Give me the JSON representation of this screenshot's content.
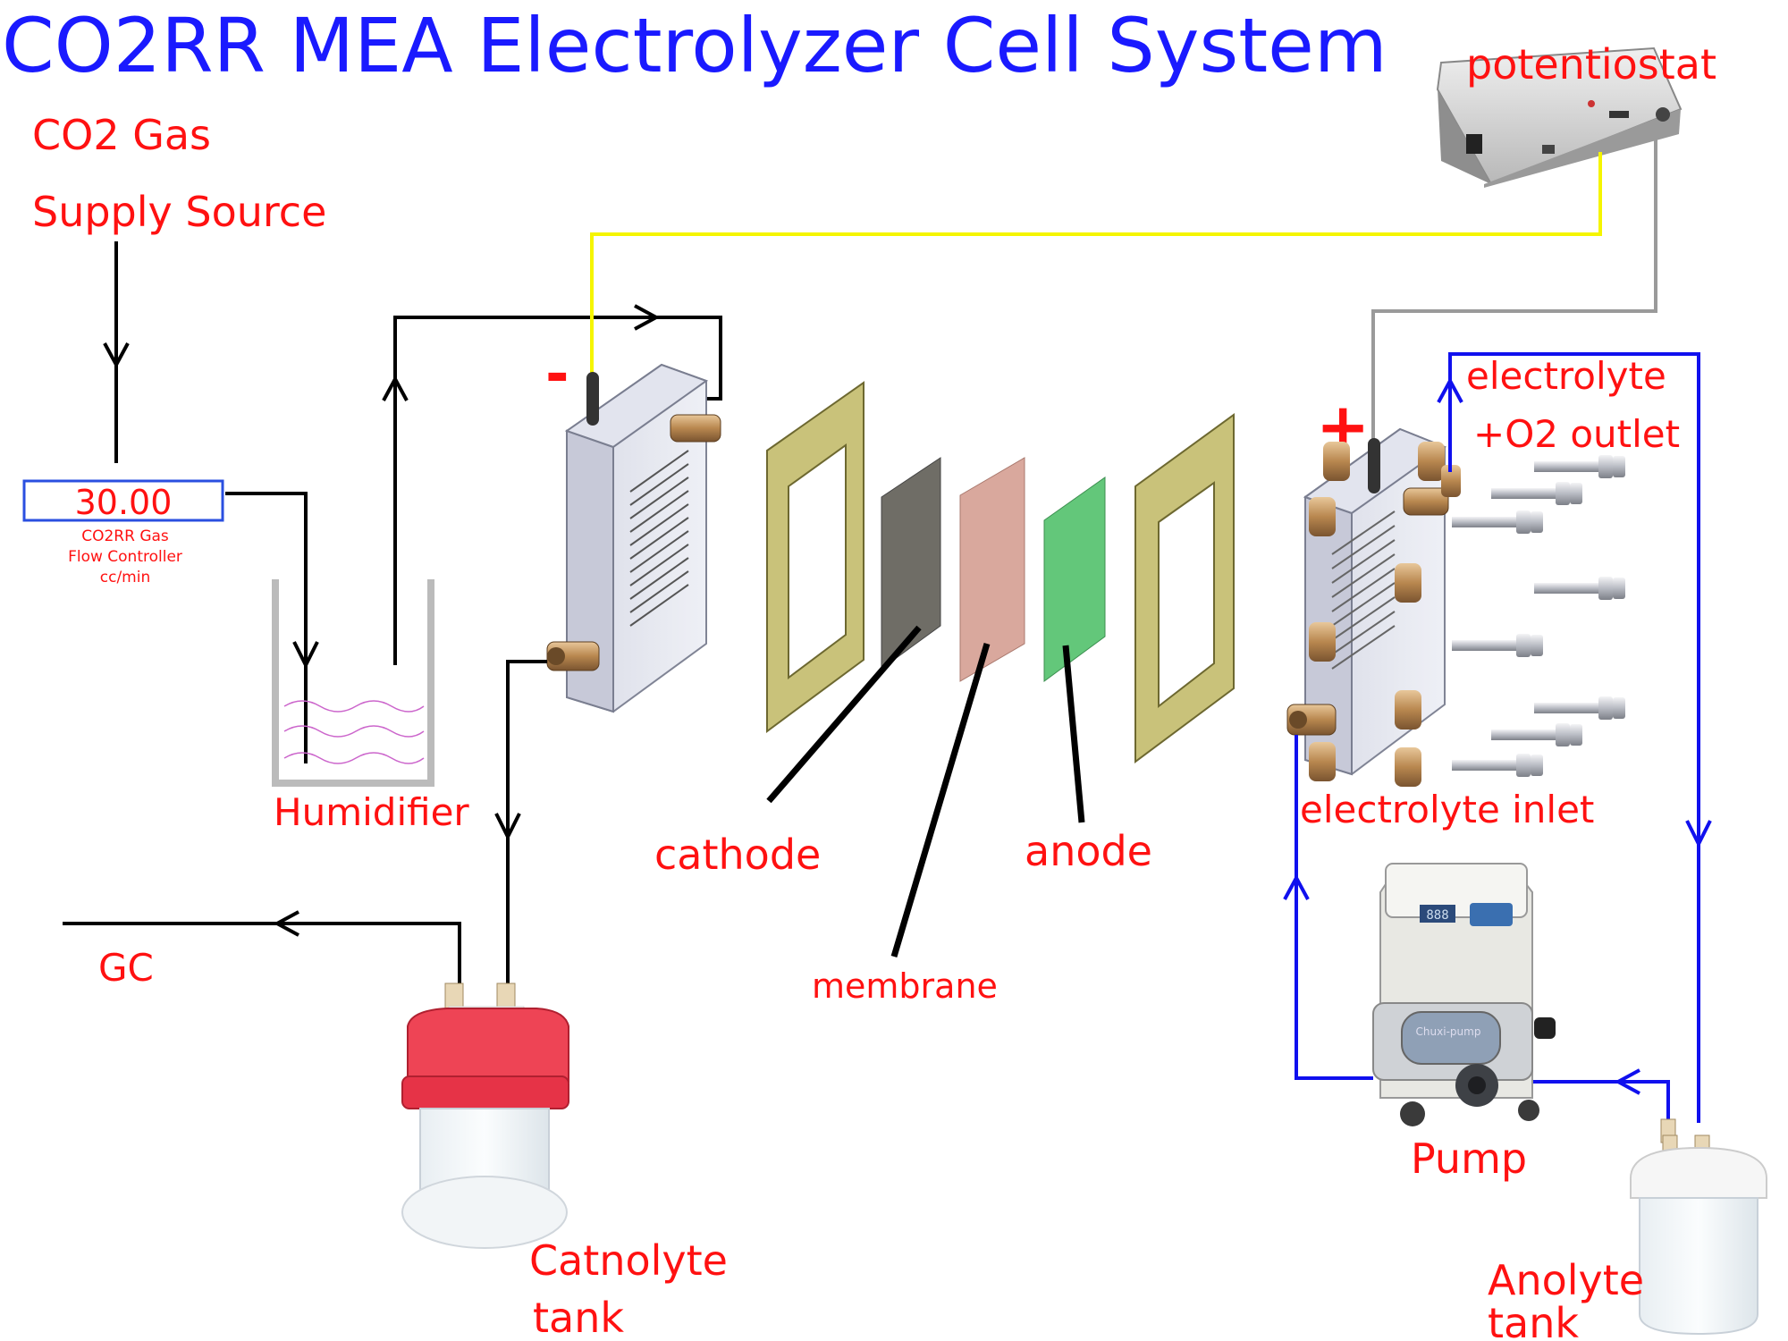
{
  "title": "CO2RR MEA Electrolyzer Cell System",
  "labels": {
    "co2_source_line1": "CO2 Gas",
    "co2_source_line2": "Supply Source",
    "flow_value": "30.00",
    "flow_caption_line1": "CO2RR Gas",
    "flow_caption_line2": "Flow Controller",
    "flow_caption_line3": "cc/min",
    "humidifier": "Humidifier",
    "potentiostat": "potentiostat",
    "negative": "-",
    "positive": "+",
    "cathode": "cathode",
    "membrane": "membrane",
    "anode": "anode",
    "electrolyte_outlet_line1": "electrolyte",
    "electrolyte_outlet_line2": "+O2 outlet",
    "electrolyte_inlet": "electrolyte inlet",
    "gc": "GC",
    "catnolyte_line1": "Catnolyte",
    "catnolyte_line2": "tank",
    "pump": "Pump",
    "anolyte_line1": "Anolyte",
    "anolyte_line2": "tank",
    "pump_brand": "Chuxi-pump",
    "pump_display": "888"
  },
  "colors": {
    "title": "#1a1aff",
    "label": "#ff1111",
    "gas_line": "#000000",
    "negative_lead": "#f5f500",
    "positive_lead": "#9a9a9a",
    "electrolyte_line": "#1010ee",
    "gasket": "#c9c27a",
    "cathode": "#6f6d66",
    "membrane": "#d9a89d",
    "anode": "#63c77a",
    "cap_red": "#ee4455"
  }
}
